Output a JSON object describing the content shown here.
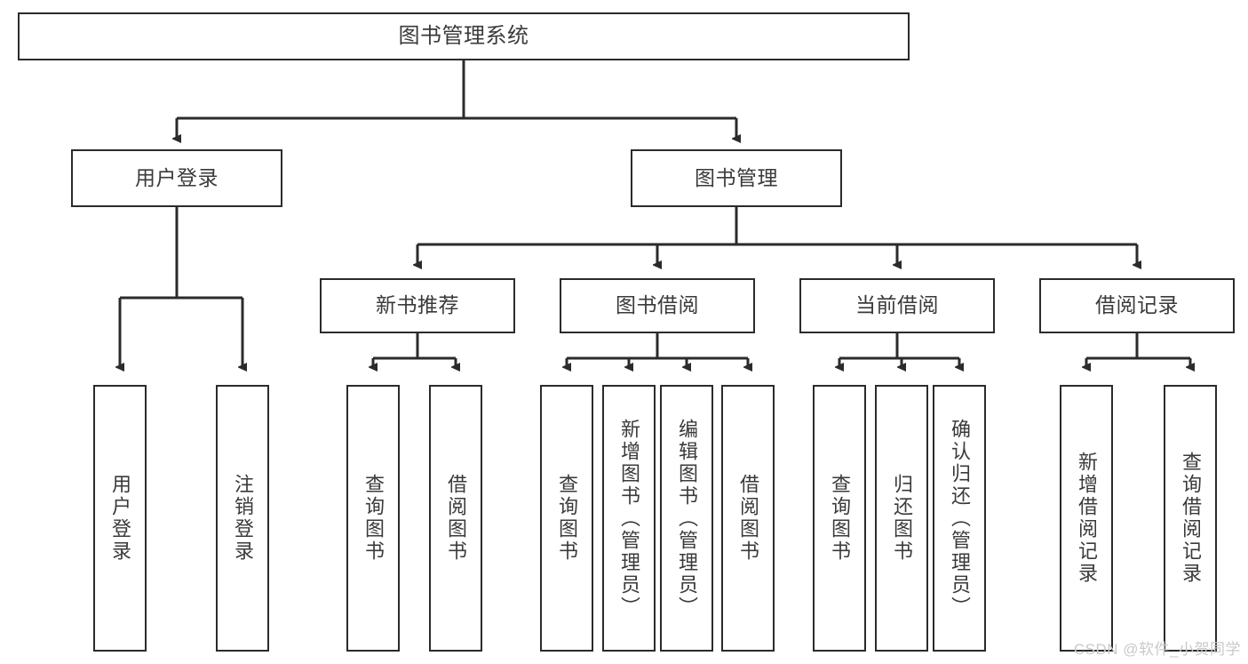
{
  "diagram": {
    "type": "tree-hierarchy-chart",
    "title_node": {
      "id": "root",
      "label": "图书管理系统"
    },
    "level2": [
      {
        "id": "user-login",
        "label": "用户登录"
      },
      {
        "id": "book-manage",
        "label": "图书管理"
      }
    ],
    "level3": [
      {
        "id": "new-book-recommend",
        "label": "新书推荐",
        "parent": "book-manage"
      },
      {
        "id": "book-borrow",
        "label": "图书借阅",
        "parent": "book-manage"
      },
      {
        "id": "current-borrow",
        "label": "当前借阅",
        "parent": "book-manage"
      },
      {
        "id": "borrow-record",
        "label": "借阅记录",
        "parent": "book-manage"
      }
    ],
    "leaves": [
      {
        "id": "leaf-user-login",
        "label": "用户登录",
        "parent": "user-login"
      },
      {
        "id": "leaf-user-logout",
        "label": "注销登录",
        "parent": "user-login"
      },
      {
        "id": "leaf-query-book-1",
        "label": "查询图书",
        "parent": "new-book-recommend"
      },
      {
        "id": "leaf-borrow-book-1",
        "label": "借阅图书",
        "parent": "new-book-recommend"
      },
      {
        "id": "leaf-query-book-2",
        "label": "查询图书",
        "parent": "book-borrow"
      },
      {
        "id": "leaf-add-book",
        "label": "新增图书（管理员）",
        "parent": "book-borrow"
      },
      {
        "id": "leaf-edit-book",
        "label": "编辑图书（管理员）",
        "parent": "book-borrow"
      },
      {
        "id": "leaf-borrow-book-2",
        "label": "借阅图书",
        "parent": "book-borrow"
      },
      {
        "id": "leaf-query-book-3",
        "label": "查询图书",
        "parent": "current-borrow"
      },
      {
        "id": "leaf-return-book",
        "label": "归还图书",
        "parent": "current-borrow"
      },
      {
        "id": "leaf-confirm-return",
        "label": "确认归还（管理员）",
        "parent": "current-borrow"
      },
      {
        "id": "leaf-add-record",
        "label": "新增借阅记录",
        "parent": "borrow-record"
      },
      {
        "id": "leaf-query-record",
        "label": "查询借阅记录",
        "parent": "borrow-record"
      }
    ],
    "watermark": "CSDN @软件_小贺同学",
    "colors": {
      "border": "#2b2b2b",
      "text": "#3a3a3a",
      "background": "#ffffff",
      "connector": "#2b2b2b",
      "watermark": "#c9c9c9"
    }
  }
}
